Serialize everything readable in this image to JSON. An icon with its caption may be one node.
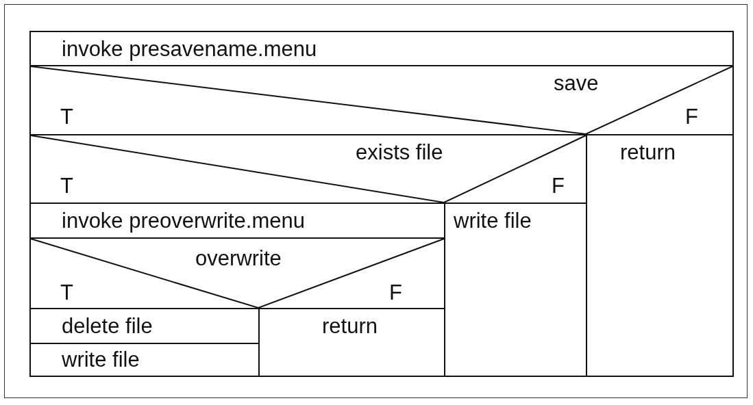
{
  "diagram": {
    "nodes": [
      {
        "text": [
          "invoke presavename.menu"
        ]
      },
      {
        "text": [
          "save",
          "T",
          "F"
        ]
      },
      {
        "text": [
          "exists file",
          "T",
          "F"
        ]
      },
      {
        "text": [
          "return"
        ]
      },
      {
        "text": [
          "invoke preoverwrite.menu"
        ]
      },
      {
        "text": [
          "write file"
        ]
      },
      {
        "text": [
          "overwrite",
          "T",
          "F"
        ]
      },
      {
        "text": [
          "delete file"
        ]
      },
      {
        "text": [
          "return"
        ]
      },
      {
        "text": [
          "write file"
        ]
      }
    ]
  }
}
